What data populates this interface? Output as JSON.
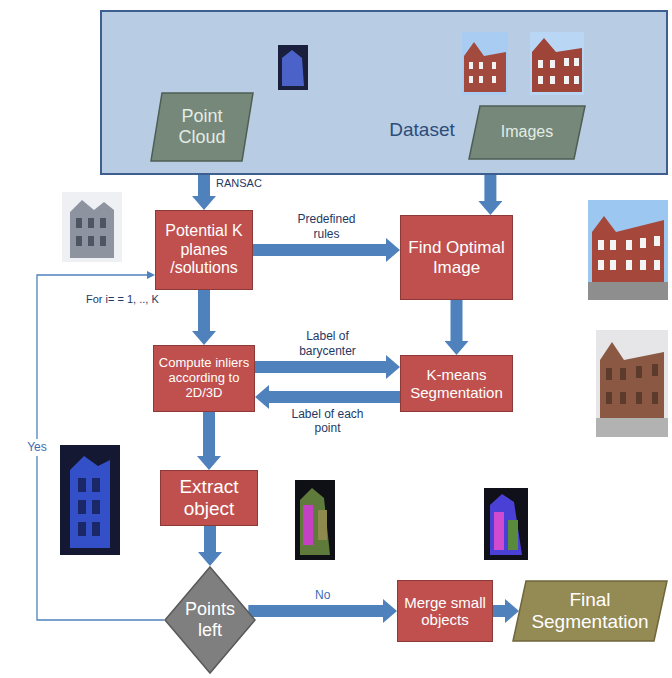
{
  "diagram": {
    "nodes": [
      {
        "text": [
          "Dataset"
        ]
      },
      {
        "text": [
          "Point Cloud"
        ],
        "in": 0
      },
      {
        "text": [
          "Images"
        ],
        "in": 0
      },
      {
        "text": [
          "Potential K planes /solutions"
        ]
      },
      {
        "text": [
          "Find Optimal Image"
        ]
      },
      {
        "text": [
          "Compute inliers according to 2D/3D"
        ]
      },
      {
        "text": [
          "K-means Segmentation"
        ]
      },
      {
        "text": [
          "Extract object"
        ]
      },
      {
        "text": [
          "Points left"
        ]
      },
      {
        "text": [
          "Merge small objects"
        ]
      },
      {
        "text": [
          "Final Segmentation"
        ]
      }
    ],
    "edges": [
      {
        "from": 1,
        "to": 3,
        "label": "RANSAC",
        "arrow": "to"
      },
      {
        "from": 2,
        "to": 4,
        "arrow": "to"
      },
      {
        "from": 3,
        "to": 4,
        "label": "Predefined rules",
        "arrow": "to"
      },
      {
        "from": 3,
        "to": 5,
        "arrow": "to"
      },
      {
        "from": 4,
        "to": 6,
        "arrow": "to"
      },
      {
        "from": 5,
        "to": 6,
        "label": "Label of barycenter",
        "arrow": "to"
      },
      {
        "from": 6,
        "to": 5,
        "label": "Label of each point",
        "arrow": "to"
      },
      {
        "from": 5,
        "to": 7,
        "arrow": "to"
      },
      {
        "from": 7,
        "to": 8,
        "arrow": "to"
      },
      {
        "from": 8,
        "to": 9,
        "label": "No",
        "arrow": "to"
      },
      {
        "from": 9,
        "to": 10,
        "arrow": "to"
      },
      {
        "from": 8,
        "to": 3,
        "label": "Yes",
        "arrow": "to"
      }
    ],
    "labels": [
      "For i= = 1, .., K"
    ]
  }
}
